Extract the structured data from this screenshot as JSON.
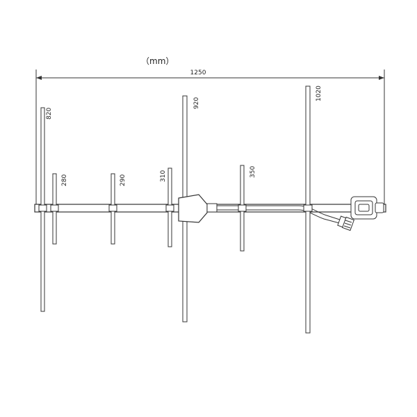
{
  "diagram": {
    "unit_label": "（mm）",
    "overall_length": "1250",
    "elements": [
      {
        "id": "el-820",
        "label": "820"
      },
      {
        "id": "el-280",
        "label": "280"
      },
      {
        "id": "el-290",
        "label": "290"
      },
      {
        "id": "el-310",
        "label": "310"
      },
      {
        "id": "el-920",
        "label": "920"
      },
      {
        "id": "el-350",
        "label": "350"
      },
      {
        "id": "el-1020",
        "label": "1020"
      }
    ]
  }
}
